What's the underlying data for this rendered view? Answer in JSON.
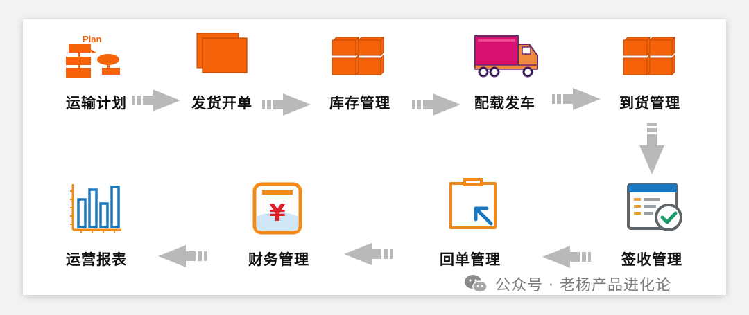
{
  "steps": [
    {
      "label": "运输计划",
      "icon": "plan-flowchart-icon",
      "icon_text": "Plan"
    },
    {
      "label": "发货开单",
      "icon": "documents-icon"
    },
    {
      "label": "库存管理",
      "icon": "boxes-icon"
    },
    {
      "label": "配载发车",
      "icon": "truck-icon"
    },
    {
      "label": "到货管理",
      "icon": "boxes-icon"
    },
    {
      "label": "签收管理",
      "icon": "signed-form-icon"
    },
    {
      "label": "回单管理",
      "icon": "clipboard-return-icon"
    },
    {
      "label": "财务管理",
      "icon": "finance-yen-icon",
      "icon_text": "¥"
    },
    {
      "label": "运营报表",
      "icon": "bar-chart-icon"
    }
  ],
  "watermark": {
    "text": "公众号 · 老杨产品进化论",
    "icon": "wechat-icon"
  },
  "colors": {
    "orange": "#f5640a",
    "arrow": "#b9b9b9",
    "truck": "#d6116e",
    "blue": "#1a78c2"
  }
}
